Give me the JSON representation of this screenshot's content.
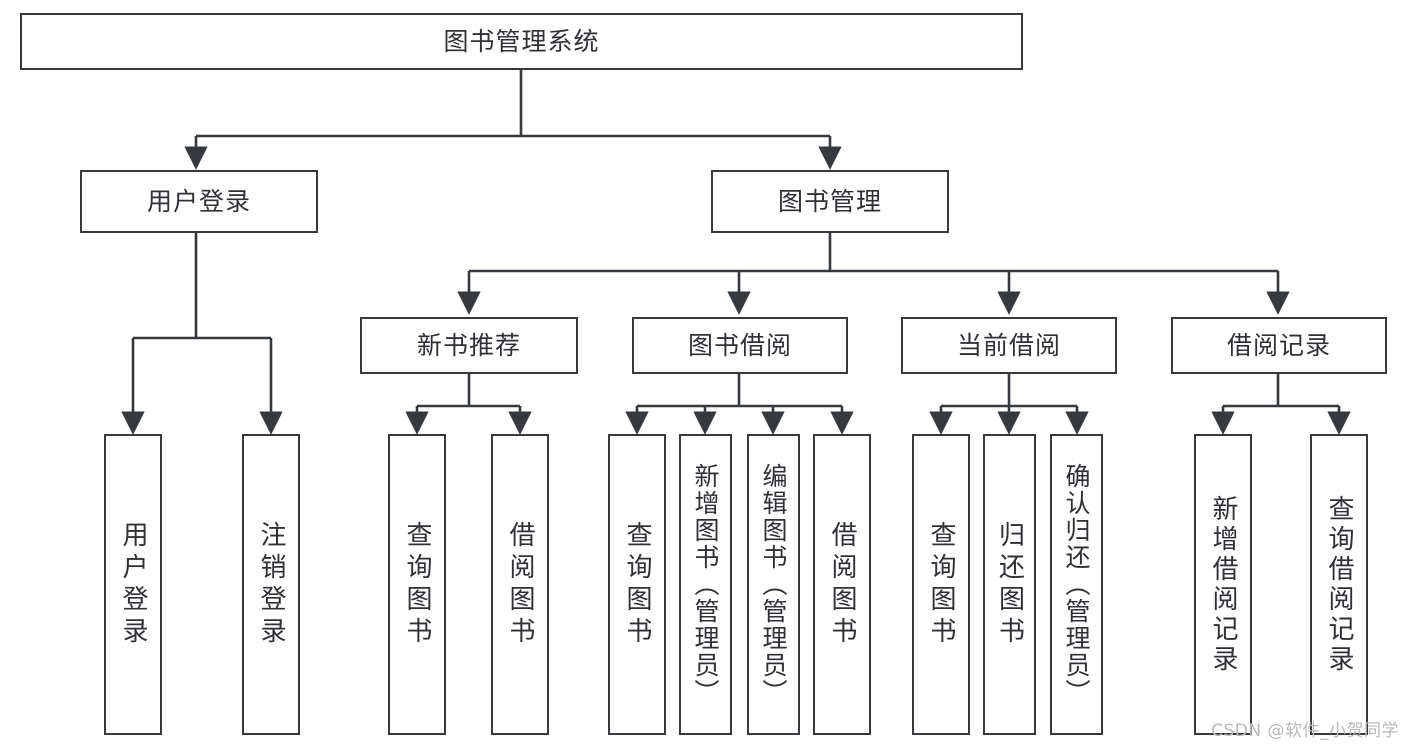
{
  "diagram": {
    "title": "图书管理系统",
    "type": "tree-hierarchy",
    "orientation": "top-down",
    "style": {
      "box_border_color": "#36393d",
      "box_fill_color": "#ffffff",
      "text_color": "#2f3136",
      "connector_color": "#36393d",
      "background_color": "#ffffff",
      "watermark_color": "#b9b9b9"
    },
    "root": {
      "id": "root",
      "label": "图书管理系统",
      "level": 0
    },
    "level1": [
      {
        "id": "user-login",
        "label": "用户登录",
        "level": 1
      },
      {
        "id": "book-manage",
        "label": "图书管理",
        "level": 1
      }
    ],
    "level2": [
      {
        "id": "new-book-rec",
        "label": "新书推荐",
        "level": 2,
        "parent": "book-manage"
      },
      {
        "id": "book-borrow",
        "label": "图书借阅",
        "level": 2,
        "parent": "book-manage"
      },
      {
        "id": "current-borrow",
        "label": "当前借阅",
        "level": 2,
        "parent": "book-manage"
      },
      {
        "id": "borrow-record",
        "label": "借阅记录",
        "level": 2,
        "parent": "book-manage"
      }
    ],
    "leaves": [
      {
        "id": "leaf-user-login",
        "label": "用户登录",
        "parent": "user-login"
      },
      {
        "id": "leaf-logout",
        "label": "注销登录",
        "parent": "user-login"
      },
      {
        "id": "leaf-query-book-1",
        "label": "查询图书",
        "parent": "new-book-rec"
      },
      {
        "id": "leaf-borrow-book-1",
        "label": "借阅图书",
        "parent": "new-book-rec"
      },
      {
        "id": "leaf-query-book-2",
        "label": "查询图书",
        "parent": "book-borrow"
      },
      {
        "id": "leaf-add-book",
        "label": "新增图书（管理员）",
        "parent": "book-borrow"
      },
      {
        "id": "leaf-edit-book",
        "label": "编辑图书（管理员）",
        "parent": "book-borrow"
      },
      {
        "id": "leaf-borrow-book-2",
        "label": "借阅图书",
        "parent": "book-borrow"
      },
      {
        "id": "leaf-query-book-3",
        "label": "查询图书",
        "parent": "current-borrow"
      },
      {
        "id": "leaf-return-book",
        "label": "归还图书",
        "parent": "current-borrow"
      },
      {
        "id": "leaf-confirm-return",
        "label": "确认归还（管理员）",
        "parent": "current-borrow"
      },
      {
        "id": "leaf-add-record",
        "label": "新增借阅记录",
        "parent": "borrow-record"
      },
      {
        "id": "leaf-query-record",
        "label": "查询借阅记录",
        "parent": "borrow-record"
      }
    ]
  },
  "watermark": {
    "text": "CSDN @软件_小贺同学"
  }
}
